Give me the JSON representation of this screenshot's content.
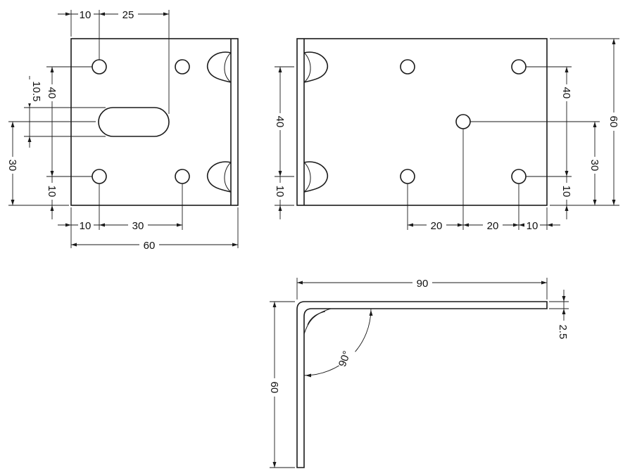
{
  "front_view": {
    "width": "60",
    "hole_to_slot_offset": "25",
    "left_edge_to_hole": "10",
    "slot_height": "10.5",
    "hole_spacing_vertical": "40",
    "edge_to_slot_center": "30",
    "bottom_edge_to_hole": "10",
    "bottom_left_to_hole": "10",
    "hole_spacing_horizontal": "30"
  },
  "side_view": {
    "height": "60",
    "hole_spacing_vertical_left": "40",
    "bottom_to_hole_left": "10",
    "hole_spacing_vertical_right": "40",
    "center_hole_height": "30",
    "bottom_to_hole_right": "10",
    "hole_spacing_1": "20",
    "hole_spacing_2": "20",
    "edge_to_hole": "10"
  },
  "profile_view": {
    "length": "90",
    "height": "60",
    "thickness": "2.5",
    "angle": "90°"
  }
}
